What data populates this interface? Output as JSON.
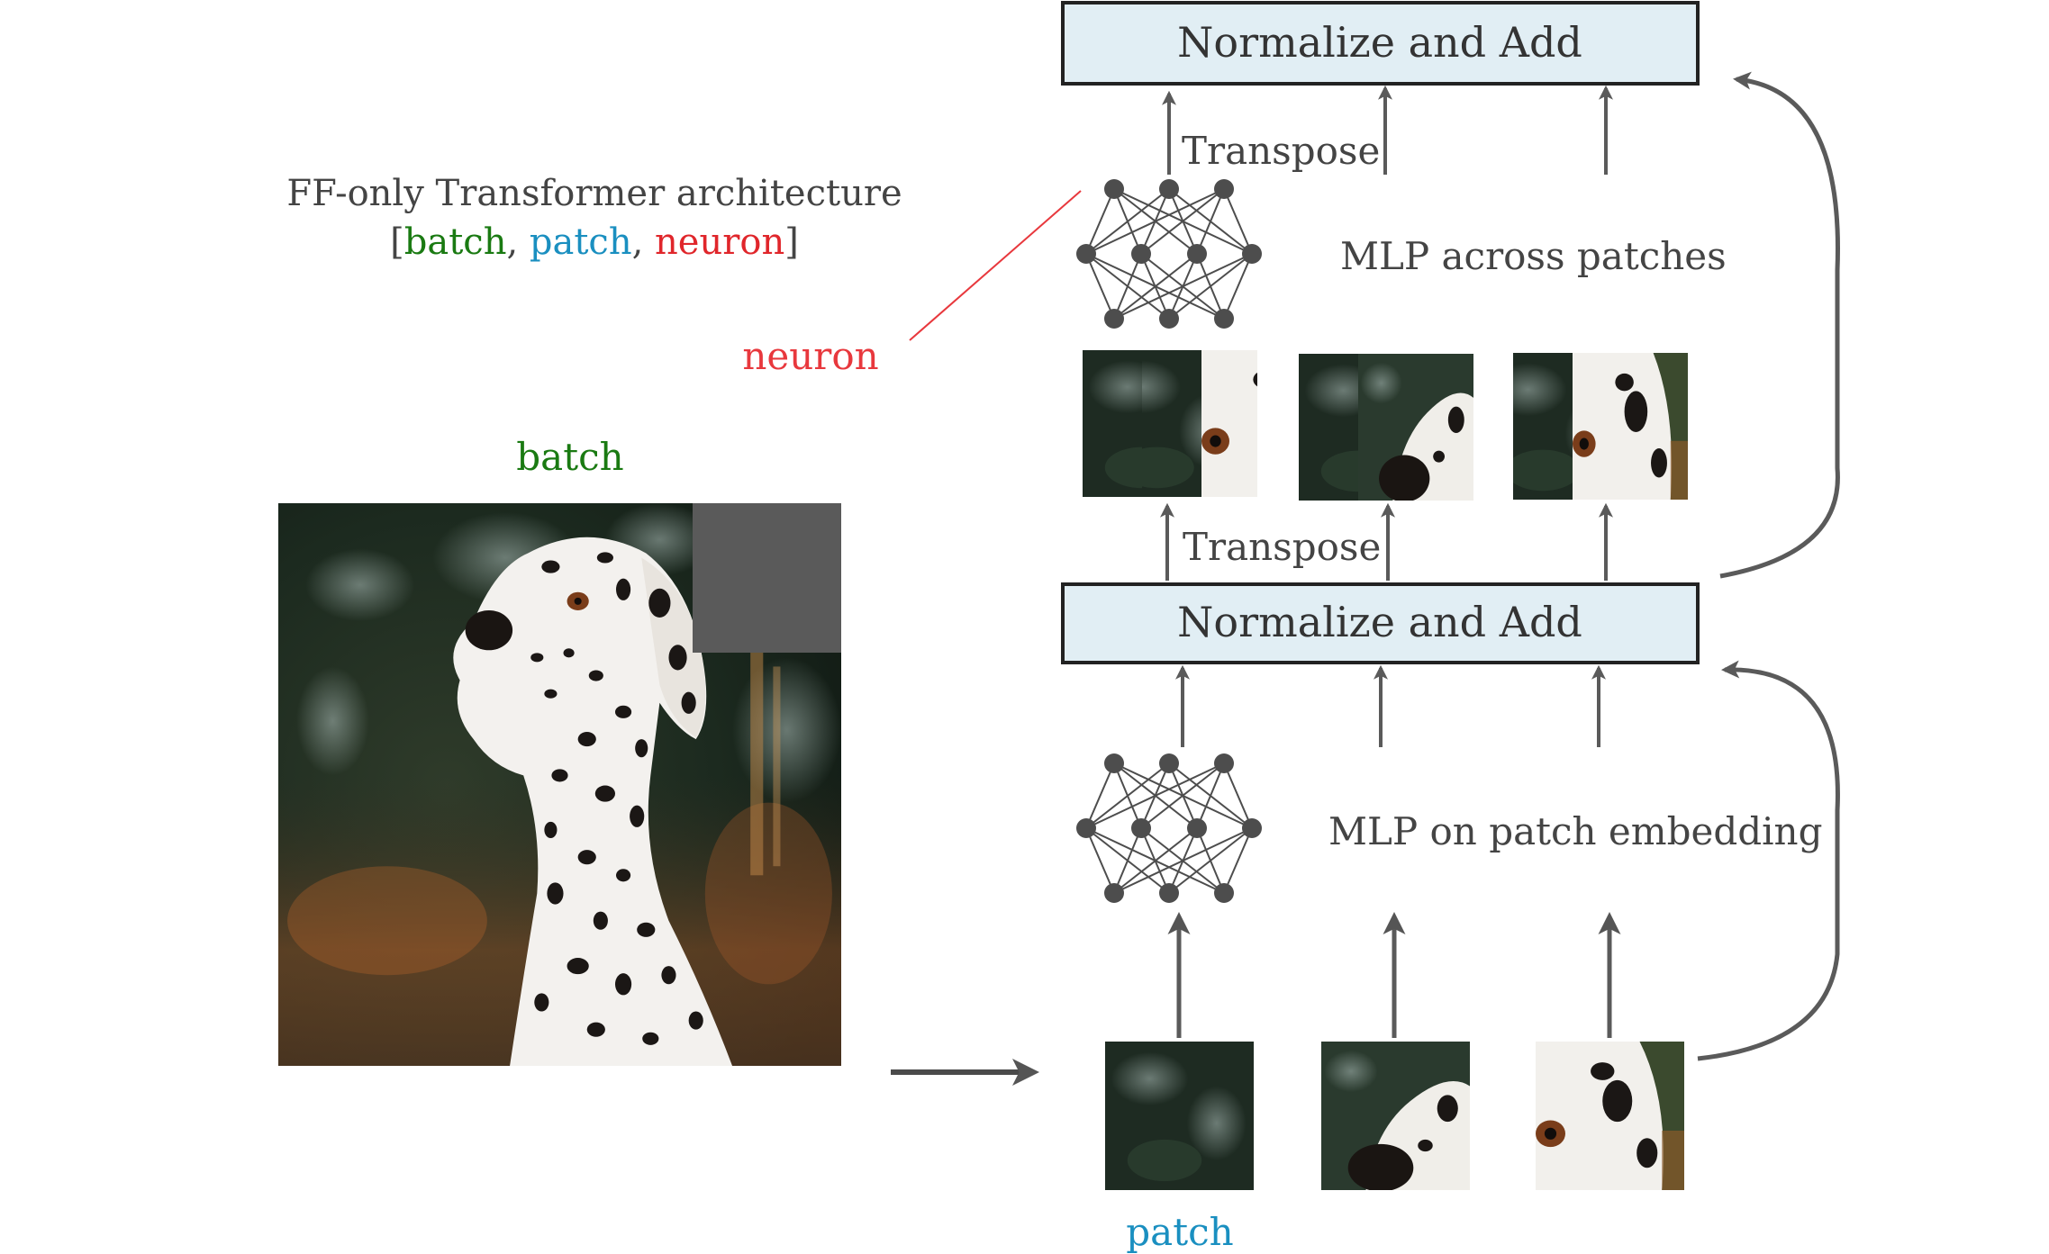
{
  "title": {
    "line1": "FF-only Transformer architecture",
    "open_bracket": "[",
    "batch": "batch",
    "comma1": ", ",
    "patch": "patch",
    "comma2": ", ",
    "neuron": "neuron",
    "close_bracket": "]"
  },
  "labels": {
    "neuron": "neuron",
    "batch": "batch",
    "patch": "patch",
    "transpose_top": "Transpose",
    "transpose_mid": "Transpose",
    "mlp_across": "MLP across patches",
    "mlp_embed": "MLP on patch embedding"
  },
  "boxes": {
    "top": "Normalize and Add",
    "mid": "Normalize and Add"
  },
  "colors": {
    "batch": "#1a7a12",
    "patch": "#1a8fc0",
    "neuron": "#e0262b",
    "neuron_label": "#e8383d",
    "box_fill": "#e1eef4",
    "arrow": "#5a5a5a",
    "text": "#444444"
  }
}
